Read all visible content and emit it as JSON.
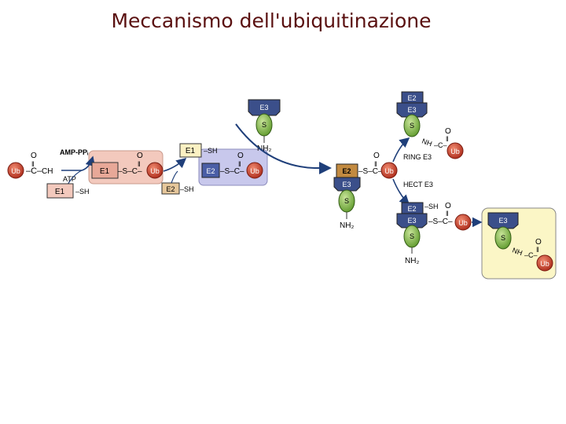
{
  "title": "Meccanismo dell'ubiquitinazione",
  "labels": {
    "ub": "Ub",
    "e1": "E1",
    "e2": "E2",
    "e3": "E3",
    "s": "S",
    "o": "O",
    "eq": "‖",
    "c": "C",
    "ch": "CH",
    "sh": "SH",
    "dash_sh": "–SH",
    "dash_s": "–S–",
    "dash_c": "–C–",
    "dash_s_c": "–S–C–",
    "nh": "NH",
    "nh2": "NH₂",
    "amp_ppi": "AMP-PPᵢ",
    "atp": "ATP",
    "ring_e3": "RING E3",
    "hect_e3": "HECT E3"
  },
  "colors": {
    "ub_red": "#c83a2a",
    "e_blue": "#3b4f8a",
    "s_green": "#7cb342",
    "e1_panel": "#f3c9bd",
    "e2_panel": "#c8c8ec",
    "final_panel": "#fbf6c6",
    "arrow_blue": "#1f3f7a"
  }
}
